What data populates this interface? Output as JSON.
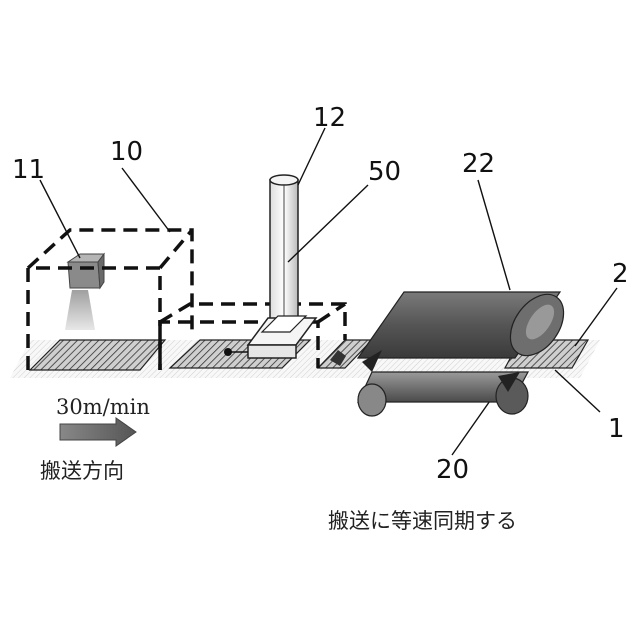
{
  "labels": {
    "ref_11": "11",
    "ref_10": "10",
    "ref_12": "12",
    "ref_50": "50",
    "ref_22": "22",
    "ref_2": "2",
    "ref_1": "1",
    "ref_20": "20"
  },
  "speed": "30m/min",
  "direction": "搬送方向",
  "sync_note": "搬送に等速同期する"
}
